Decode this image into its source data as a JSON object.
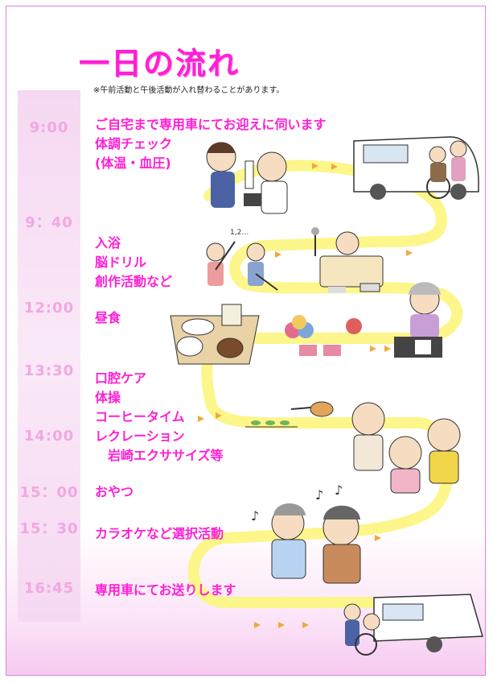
{
  "title": "一日の流れ",
  "note": "※午前活動と午後活動が入れ替わることがあります。",
  "times": [
    "9:00",
    "9：40",
    "12:00",
    "13:30",
    "14:00",
    "15：00",
    "15：30",
    "16:45"
  ],
  "activities": {
    "a900": [
      "ご自宅まで専用車にてお迎えに伺います",
      "体調チェック",
      "(体温・血圧)"
    ],
    "a940": [
      "入浴",
      "脳ドリル",
      "創作活動など"
    ],
    "a1200": [
      "昼食"
    ],
    "a1330": [
      "口腔ケア",
      "体操",
      "コーヒータイム"
    ],
    "a1400": [
      "レクレーション",
      "岩崎エクササイズ等"
    ],
    "a1500": [
      "おやつ"
    ],
    "a1530": [
      "カラオケなど選択活動"
    ],
    "a1645": [
      "専用車にてお送りします"
    ]
  },
  "illustration_text": {
    "count": "1,2…"
  },
  "colors": {
    "accent": "#ff1fd4",
    "time": "#f2a7e2",
    "path": "#fdf68a"
  }
}
